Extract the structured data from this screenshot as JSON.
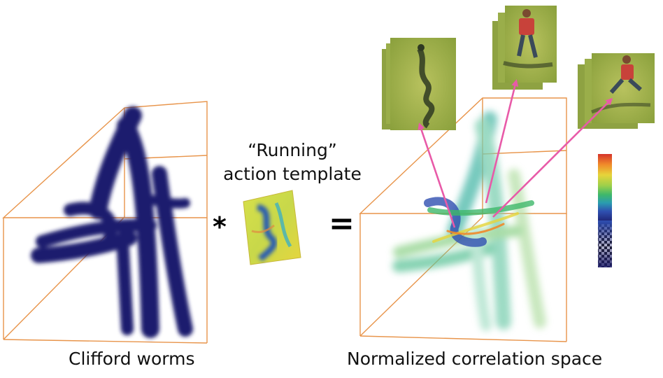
{
  "figure": {
    "captions": {
      "left": "Clifford worms",
      "right": "Normalized correlation space"
    },
    "template_label": {
      "line1": "“Running”",
      "line2": "action template"
    },
    "operators": {
      "convolve": "*",
      "equals": "="
    },
    "colors": {
      "box_lines": "#e8944a",
      "worm_dark": "#1c1f6e",
      "arrows": "#e85aa8",
      "grass": "#9bb04a",
      "shirt": "#c8423a"
    },
    "colorbar": {
      "stops": [
        "#d6342a",
        "#f08a2a",
        "#e6d43a",
        "#9ed04a",
        "#3fb86a",
        "#2a9cb0",
        "#2f4fb0",
        "#1b1a66"
      ]
    }
  }
}
